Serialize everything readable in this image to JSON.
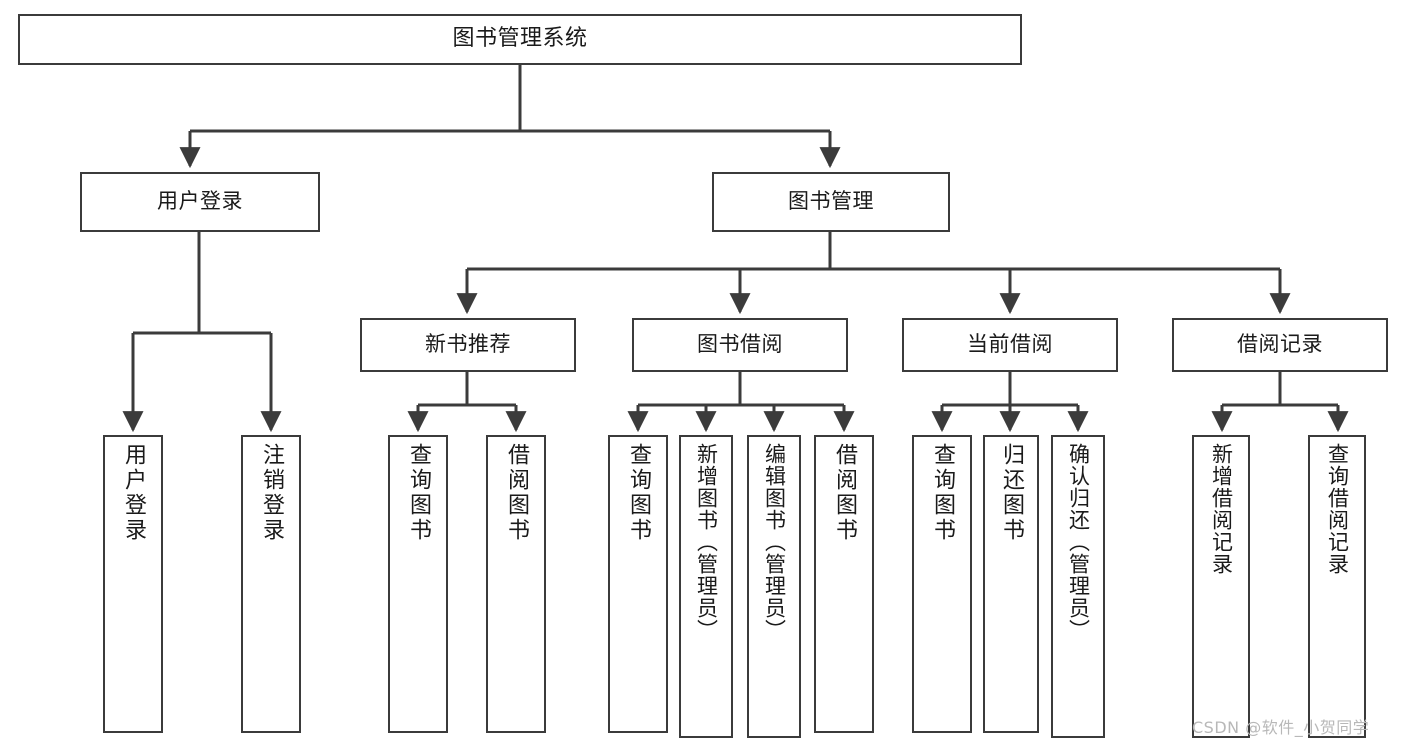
{
  "diagram": {
    "title": "图书管理系统",
    "type": "functional-structure-tree",
    "watermark": "CSDN @软件_小贺同学",
    "colors": {
      "border": "#3b3b3b",
      "background": "#ffffff",
      "text": "#1a1a1a",
      "watermark": "#b8b8b8"
    }
  },
  "root": {
    "label": "图书管理系统"
  },
  "level1": [
    {
      "label": "用户登录"
    },
    {
      "label": "图书管理"
    }
  ],
  "level2": [
    {
      "label": "新书推荐"
    },
    {
      "label": "图书借阅"
    },
    {
      "label": "当前借阅"
    },
    {
      "label": "借阅记录"
    }
  ],
  "leaves": {
    "user_login": [
      {
        "label": "用户登录"
      },
      {
        "label": "注销登录"
      }
    ],
    "new_book_recommend": [
      {
        "label": "查询图书"
      },
      {
        "label": "借阅图书"
      }
    ],
    "book_borrow": [
      {
        "label": "查询图书"
      },
      {
        "label": "新增图书（管理员）"
      },
      {
        "label": "编辑图书（管理员）"
      },
      {
        "label": "借阅图书"
      }
    ],
    "current_borrow": [
      {
        "label": "查询图书"
      },
      {
        "label": "归还图书"
      },
      {
        "label": "确认归还（管理员）"
      }
    ],
    "borrow_record": [
      {
        "label": "新增借阅记录"
      },
      {
        "label": "查询借阅记录"
      }
    ]
  }
}
